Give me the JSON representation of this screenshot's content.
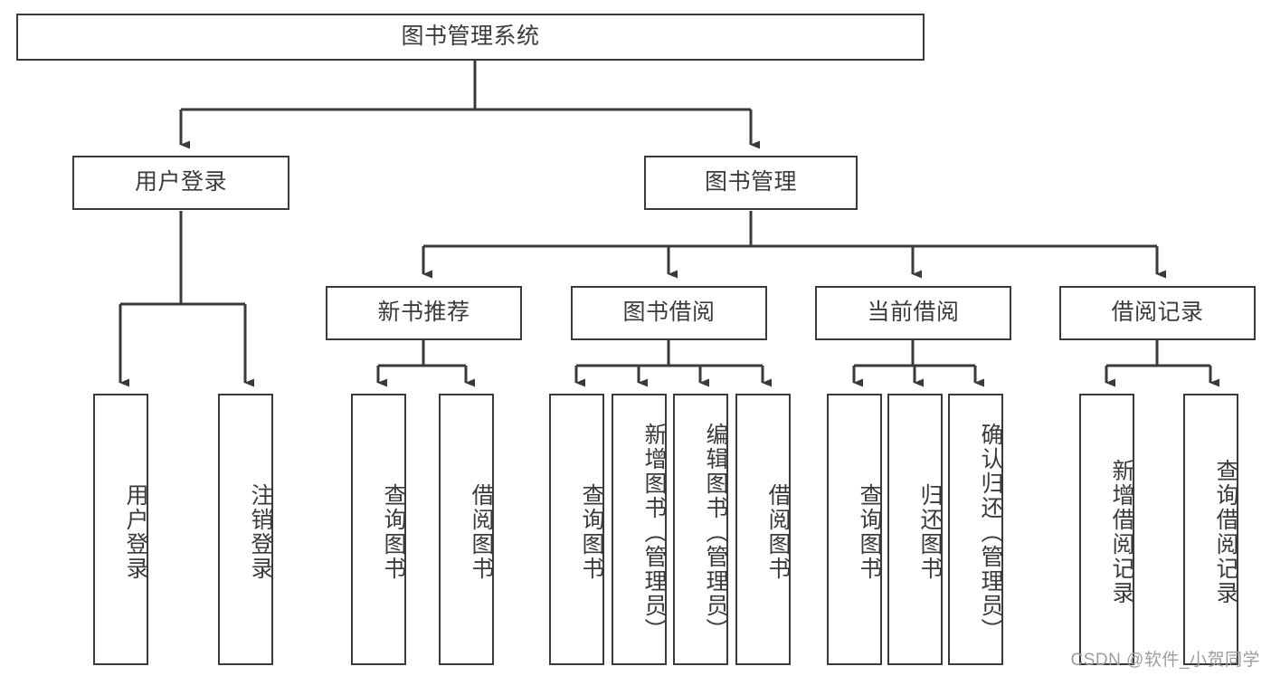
{
  "diagram": {
    "title": "图书管理系统",
    "type": "tree-hierarchy-chart",
    "watermark": "CSDN @软件_小贺同学",
    "colors": {
      "box_border": "#3a3a3a",
      "box_fill": "#ffffff",
      "text": "#3b3b3b",
      "edge": "#3a3a3a",
      "background": "#ffffff",
      "watermark": "#9d9d9d"
    },
    "nodes": {
      "root": {
        "label": "图书管理系统"
      },
      "level2": [
        {
          "id": "user-login",
          "label": "用户登录"
        },
        {
          "id": "book-manage",
          "label": "图书管理"
        }
      ],
      "level3": [
        {
          "id": "new-book-recommend",
          "label": "新书推荐"
        },
        {
          "id": "book-borrow",
          "label": "图书借阅"
        },
        {
          "id": "current-borrow",
          "label": "当前借阅"
        },
        {
          "id": "borrow-record",
          "label": "借阅记录"
        }
      ],
      "leaves": {
        "user-login": [
          {
            "id": "leaf-user-login",
            "label": "用户登录"
          },
          {
            "id": "leaf-logout-login",
            "label": "注销登录"
          }
        ],
        "new-book-recommend": [
          {
            "id": "leaf-query-book-1",
            "label": "查询图书"
          },
          {
            "id": "leaf-borrow-book-1",
            "label": "借阅图书"
          }
        ],
        "book-borrow": [
          {
            "id": "leaf-query-book-2",
            "label": "查询图书"
          },
          {
            "id": "leaf-add-book",
            "label": "新增图书（管理员）"
          },
          {
            "id": "leaf-edit-book",
            "label": "编辑图书（管理员）"
          },
          {
            "id": "leaf-borrow-book-2",
            "label": "借阅图书"
          }
        ],
        "current-borrow": [
          {
            "id": "leaf-query-book-3",
            "label": "查询图书"
          },
          {
            "id": "leaf-return-book",
            "label": "归还图书"
          },
          {
            "id": "leaf-confirm-return",
            "label": "确认归还（管理员）"
          }
        ],
        "borrow-record": [
          {
            "id": "leaf-add-record",
            "label": "新增借阅记录"
          },
          {
            "id": "leaf-query-record",
            "label": "查询借阅记录"
          }
        ]
      }
    }
  }
}
